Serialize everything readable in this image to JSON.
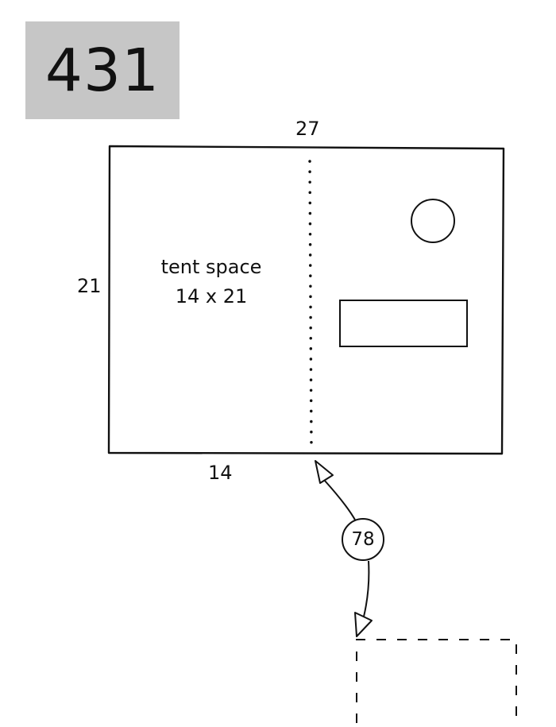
{
  "site": {
    "number": "431"
  },
  "site_plan": {
    "width_top": "27",
    "depth_left": "21",
    "tent_width_bottom": "14",
    "tent_label_line1": "tent space",
    "tent_label_line2": "14 x 21"
  },
  "distance": {
    "value": "78"
  }
}
